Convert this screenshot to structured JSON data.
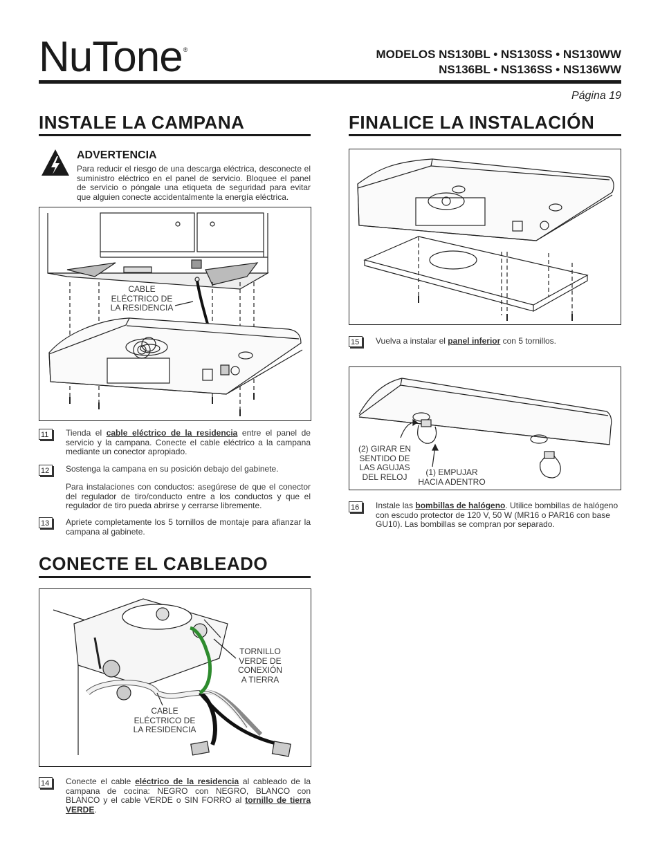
{
  "header": {
    "brand": "NuTone",
    "registered": "®",
    "models_line1": "MODELOS NS130BL • NS130SS • NS130WW",
    "models_line2": "NS136BL • NS136SS • NS136WW",
    "page": "Página 19"
  },
  "install": {
    "title": "INSTALE LA CAMPANA",
    "warning_title": "ADVERTENCIA",
    "warning_text": "Para reducir el riesgo de una descarga eléctrica, desconecte el suministro eléctrico en el panel de servicio. Bloquee el panel de servicio o póngale una etiqueta de seguridad para evitar que alguien conecte accidentalmente la energía eléctrica.",
    "fig_label_1": "CABLE",
    "fig_label_2": "ELÉCTRICO DE",
    "fig_label_3": "LA RESIDENCIA",
    "step11_num": "11",
    "step11_a": "Tienda el ",
    "step11_b": "cable eléctrico de la residencia",
    "step11_c": " entre el panel de servicio y la campana. Conecte el cable eléctrico a la campana mediante un conector apropiado.",
    "step12_num": "12",
    "step12_a": "Sostenga la campana en su posición debajo del gabinete.",
    "step12_b": "Para instalaciones con conductos: asegúrese de que el conector del regulador de tiro/conducto entre a los conductos y que el regulador de tiro pueda abrirse y cerrarse libremente.",
    "step13_num": "13",
    "step13_a": "Apriete completamente los 5 tornillos de montaje para afianzar la campana al gabinete."
  },
  "wiring": {
    "title": "CONECTE EL CABLEADO",
    "label_screw_1": "TORNILLO",
    "label_screw_2": "VERDE DE",
    "label_screw_3": "CONEXIÓN",
    "label_screw_4": "A TIERRA",
    "label_cable_1": "CABLE",
    "label_cable_2": "ELÉCTRICO DE",
    "label_cable_3": "LA RESIDENCIA",
    "step14_num": "14",
    "step14_a": "Conecte el cable ",
    "step14_b": "eléctrico de la residencia",
    "step14_c": " al cableado de la campana de cocina: NEGRO con NEGRO, BLANCO con BLANCO y el cable VERDE o SIN FORRO al ",
    "step14_d": "tornillo de tierra VERDE",
    "step14_e": "."
  },
  "finish": {
    "title": "FINALICE LA INSTALACIÓN",
    "step15_num": "15",
    "step15_a": "Vuelva a instalar el ",
    "step15_b": "panel inferior",
    "step15_c": " con 5 tornillos.",
    "label_turn_1": "(2) GIRAR EN",
    "label_turn_2": "SENTIDO DE",
    "label_turn_3": "LAS AGUJAS",
    "label_turn_4": "DEL RELOJ",
    "label_push_1": "(1) EMPUJAR",
    "label_push_2": "HACIA ADENTRO",
    "step16_num": "16",
    "step16_a": "Instale las ",
    "step16_b": "bombillas de halógeno",
    "step16_c": ". Utilice bombillas de halógeno con escudo protector de 120 V, 50 W (MR16 o PAR16 con base GU10). Las bombillas se compran por separado."
  },
  "colors": {
    "ink": "#1a1a1a",
    "ground_wire": "#2e8b2e"
  }
}
